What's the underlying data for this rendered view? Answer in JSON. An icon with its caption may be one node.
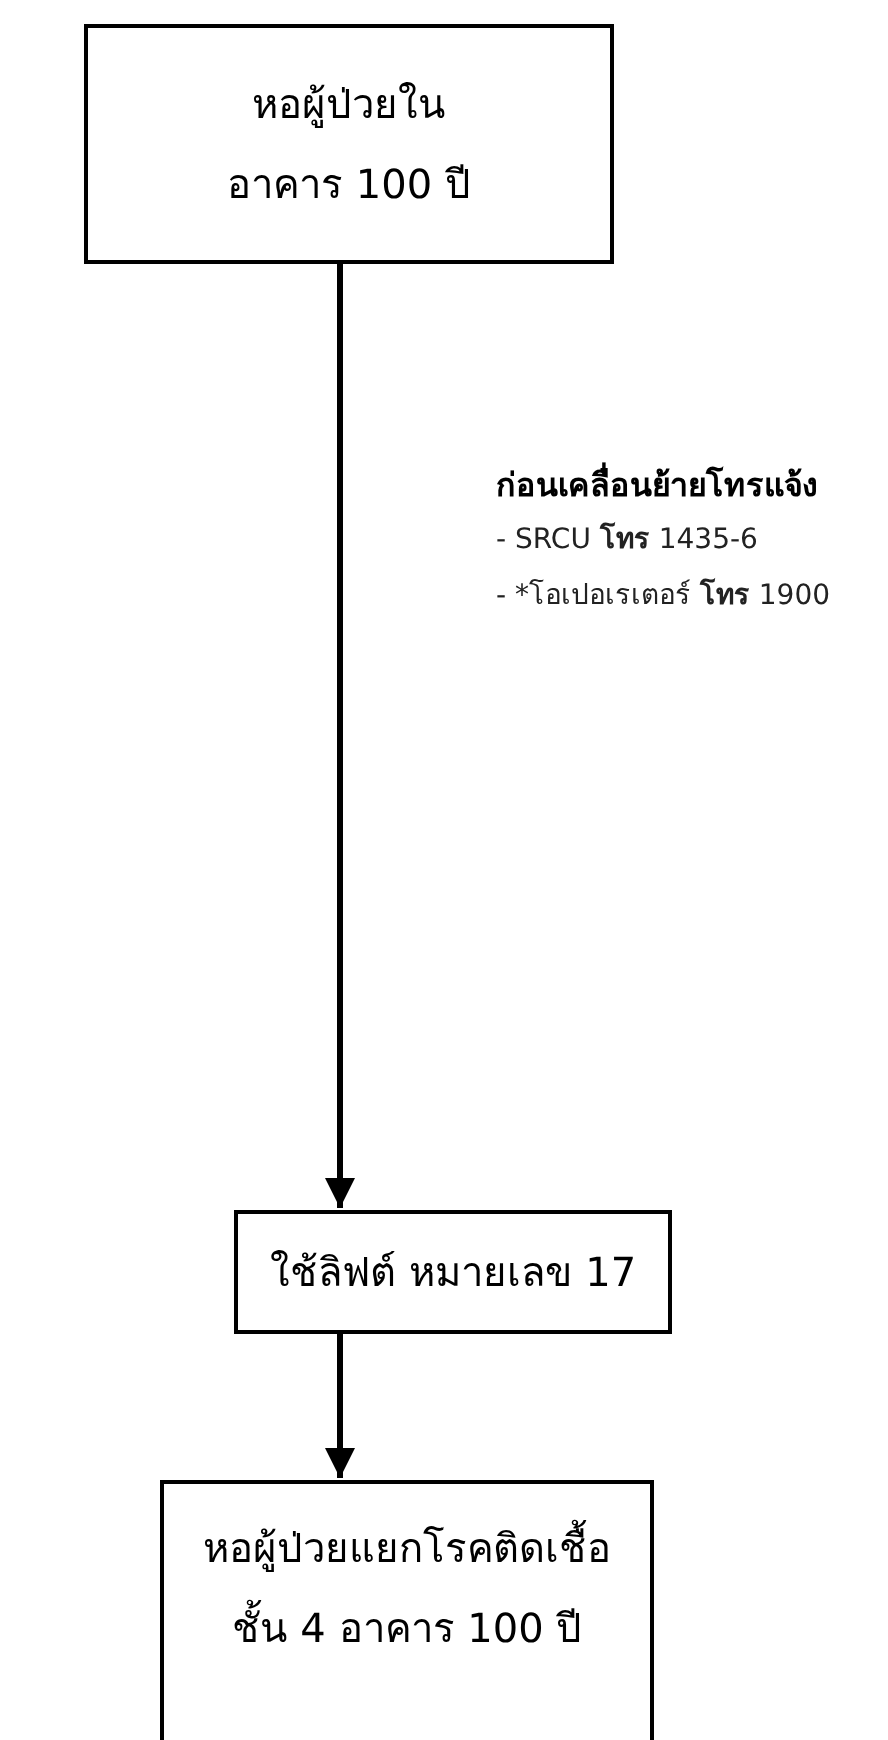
{
  "diagram": {
    "nodes": [
      {
        "text": [
          "หอผู้ป่วยใน อาคาร 100 ปี"
        ]
      },
      {
        "text": [
          "ใช้ลิฟต์ หมายเลข 17"
        ]
      },
      {
        "text": [
          "หอผู้ป่วยแยกโรคติดเชื้อ ชั้น 4 อาคาร 100 ปี"
        ]
      }
    ],
    "edges": [
      {
        "from": 0,
        "to": 1,
        "arrow": "to"
      },
      {
        "from": 1,
        "to": 2,
        "arrow": "to"
      }
    ],
    "labels": [
      "ก่อนเคลื่อนย้ายโทรแจ้ง",
      "- SRCU **โทร** 1435-6",
      "- *โอเปอเรเตอร์ **โทร** 1900"
    ]
  }
}
